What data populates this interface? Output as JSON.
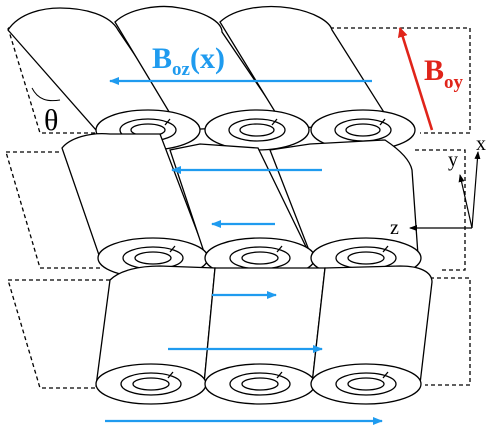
{
  "labels": {
    "b_oz": {
      "main": "B",
      "sub": "oz",
      "tail": "(x)"
    },
    "b_oy": {
      "main": "B",
      "sub": "oy"
    },
    "theta": "θ",
    "axis_x": "x",
    "axis_y": "y",
    "axis_z": "z"
  },
  "colors": {
    "field_z": "#1f9bef",
    "field_y": "#e0241a",
    "line": "#000000"
  },
  "layers": [
    {
      "name": "top-layer",
      "cylinders": 3,
      "arrow_direction": "left"
    },
    {
      "name": "middle-layer",
      "cylinders": 3,
      "arrow_direction": "left"
    },
    {
      "name": "bottom-layer",
      "cylinders": 3,
      "arrow_direction": "right"
    }
  ]
}
